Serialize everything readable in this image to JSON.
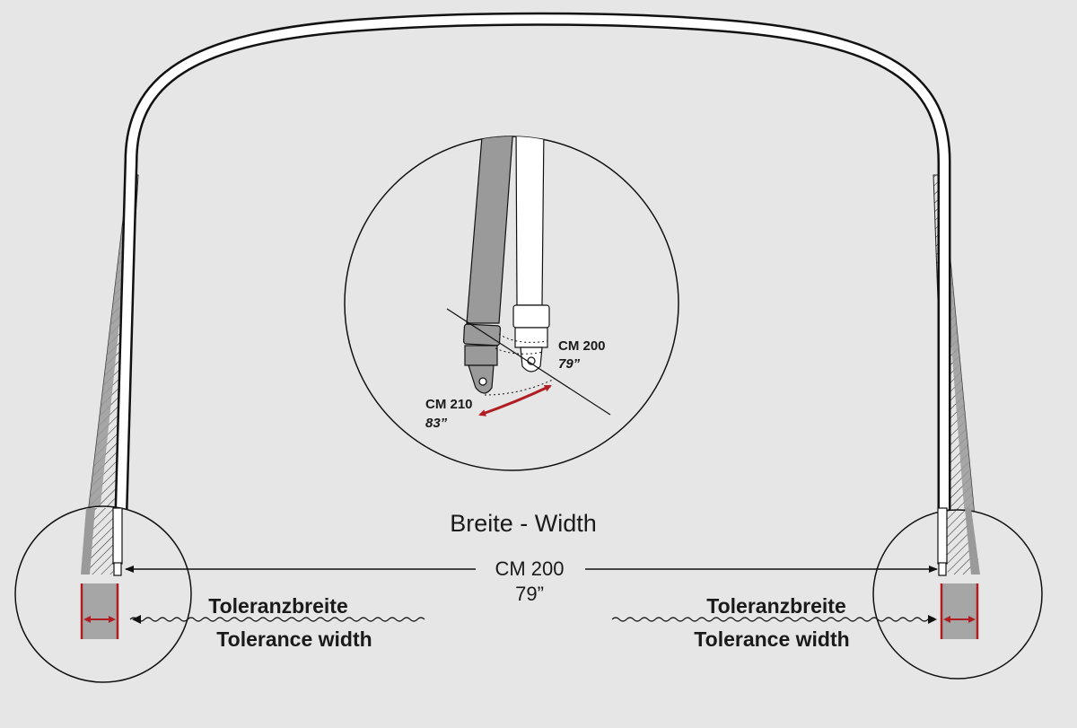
{
  "labels": {
    "width_title": "Breite - Width",
    "width_cm": "CM 200",
    "width_in": "79”",
    "tolerance_de": "Toleranzbreite",
    "tolerance_en": "Tolerance width"
  },
  "detail": {
    "inner_cm": "CM 200",
    "inner_in": "79”",
    "outer_cm": "CM 210",
    "outer_in": "83”"
  },
  "colors": {
    "background": "#e6e6e6",
    "accent_arrow": "#b01e23",
    "pole_dark": "#9a9a9a",
    "tolerance_bar": "#a6a6a6"
  }
}
